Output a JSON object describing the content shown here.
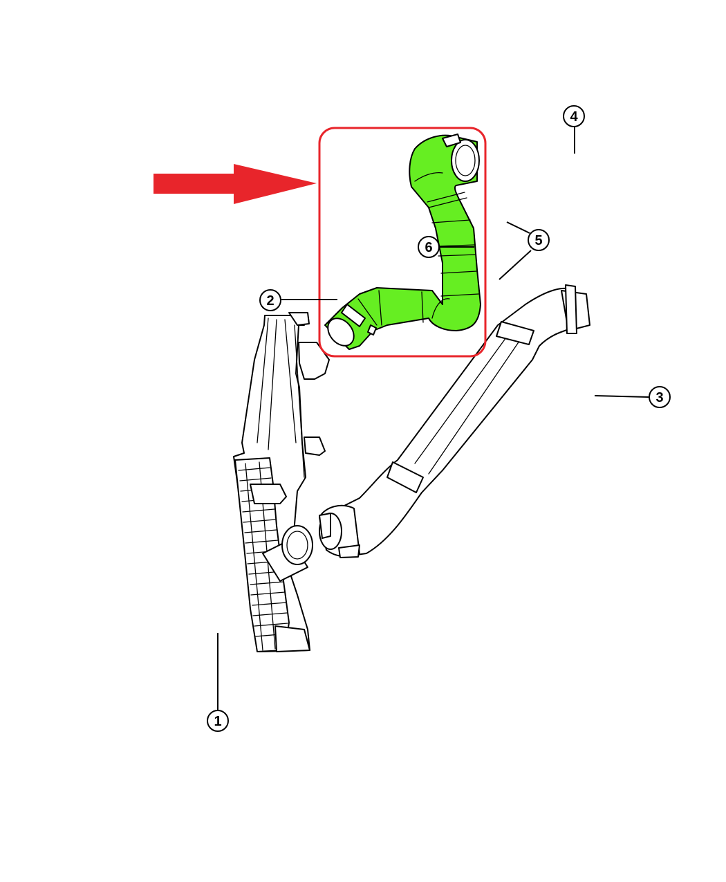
{
  "callouts": [
    {
      "id": "1",
      "label": "1"
    },
    {
      "id": "2",
      "label": "2"
    },
    {
      "id": "3",
      "label": "3"
    },
    {
      "id": "4",
      "label": "4"
    },
    {
      "id": "5",
      "label": "5"
    },
    {
      "id": "6",
      "label": "6"
    }
  ],
  "colors": {
    "highlight_fill": "#66ee22",
    "highlight_frame": "#e8252b",
    "arrow": "#e8252b",
    "line": "#000000"
  },
  "highlighted_part": "6"
}
